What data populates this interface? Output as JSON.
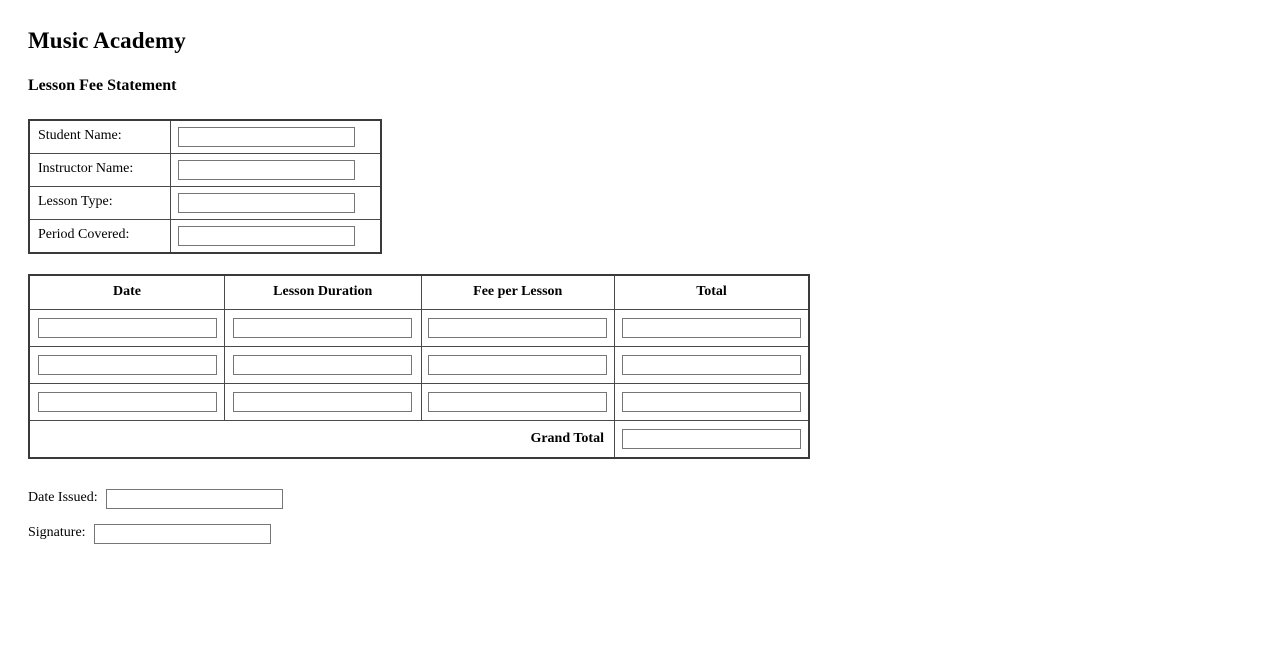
{
  "document": {
    "title": "Music Academy",
    "subtitle": "Lesson Fee Statement"
  },
  "info_table": {
    "rows": [
      {
        "label": "Student Name:",
        "value": "",
        "placeholder": ""
      },
      {
        "label": "Instructor Name:",
        "value": "",
        "placeholder": ""
      },
      {
        "label": "Lesson Type:",
        "value": "",
        "placeholder": ""
      },
      {
        "label": "Period Covered:",
        "value": "",
        "placeholder": ""
      }
    ]
  },
  "fees_table": {
    "headers": [
      "Date",
      "Lesson Duration",
      "Fee per Lesson",
      "Total"
    ],
    "rows": [
      {
        "date": "",
        "duration": "",
        "fee": "",
        "total": ""
      },
      {
        "date": "",
        "duration": "",
        "fee": "",
        "total": ""
      },
      {
        "date": "",
        "duration": "",
        "fee": "",
        "total": ""
      }
    ],
    "grand_total_label": "Grand Total",
    "grand_total_value": ""
  },
  "footer": {
    "date_issued_label": "Date Issued:",
    "date_issued_value": "",
    "signature_label": "Signature:",
    "signature_value": ""
  },
  "colors": {
    "page_background": "#ffffff",
    "text": "#000000",
    "table_outer_border": "#3a3a3a",
    "table_inner_border": "#4a4a4a",
    "input_border": "#767676"
  }
}
